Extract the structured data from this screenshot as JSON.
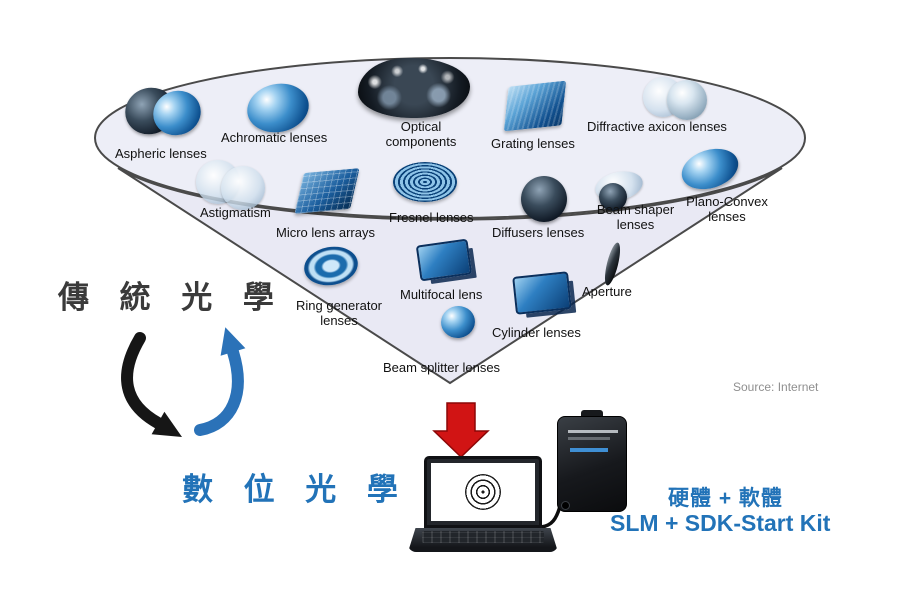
{
  "diagram": {
    "funnel": {
      "items": [
        {
          "label": "Aspheric lenses",
          "icon": "aspheric-lens-icon"
        },
        {
          "label": "Achromatic lenses",
          "icon": "achromatic-lens-icon"
        },
        {
          "label": "Optical components",
          "icon": "optical-components-pile-icon"
        },
        {
          "label": "Grating lenses",
          "icon": "grating-lens-icon"
        },
        {
          "label": "Diffractive axicon lenses",
          "icon": "diffractive-axicon-lens-icon"
        },
        {
          "label": "Astigmatism",
          "icon": "astigmatism-lens-icon"
        },
        {
          "label": "Micro lens arrays",
          "icon": "micro-lens-array-icon"
        },
        {
          "label": "Fresnel lenses",
          "icon": "fresnel-lens-icon"
        },
        {
          "label": "Diffusers lenses",
          "icon": "diffuser-lens-icon"
        },
        {
          "label": "Beam shaper lenses",
          "icon": "beam-shaper-lens-icon"
        },
        {
          "label": "Plano-Convex lenses",
          "icon": "plano-convex-lens-icon"
        },
        {
          "label": "Ring generator lenses",
          "icon": "ring-generator-lens-icon"
        },
        {
          "label": "Multifocal lens",
          "icon": "multifocal-lens-icon"
        },
        {
          "label": "Aperture",
          "icon": "aperture-icon"
        },
        {
          "label": "Cylinder lenses",
          "icon": "cylinder-lens-icon"
        },
        {
          "label": "Beam splitter lenses",
          "icon": "beam-splitter-lens-icon"
        }
      ]
    },
    "labels": {
      "traditional_optics": "傳 統 光 學",
      "digital_optics": "數 位 光 學",
      "source_credit": "Source: Internet",
      "hardware_software": "硬體 + 軟體",
      "slm_kit": "SLM + SDK-Start Kit"
    },
    "colors": {
      "accent_blue": "#2273b8",
      "arrow_red": "#d11414",
      "arrow_black": "#161616",
      "funnel_fill": "#e9e9f4",
      "funnel_stroke": "#4a4a4a",
      "label_text": "#111111",
      "source_text": "#8f8f8f"
    }
  }
}
